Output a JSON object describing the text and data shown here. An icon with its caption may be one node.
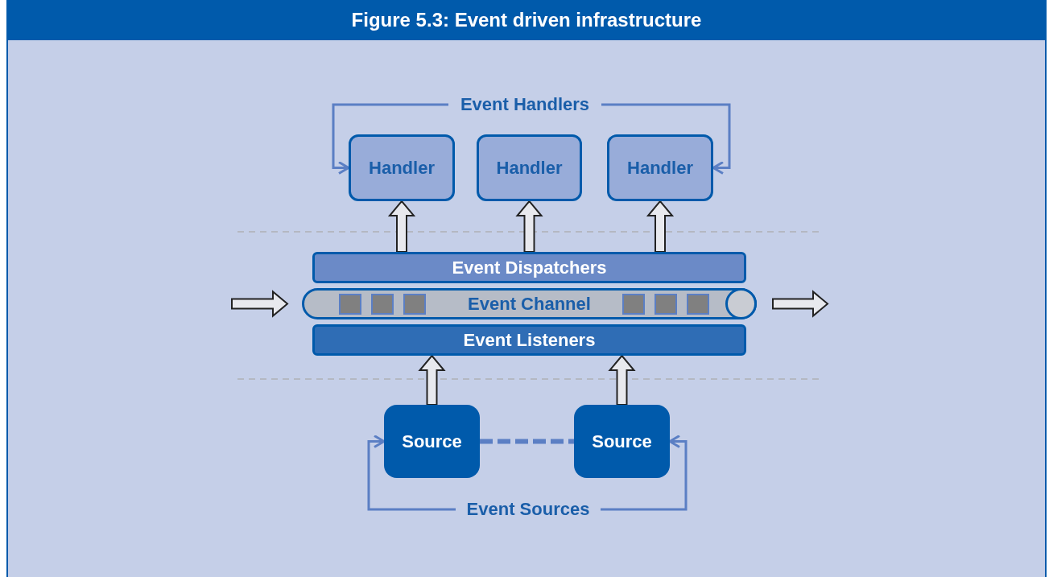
{
  "diagram": {
    "title": "Figure 5.3:  Event driven infrastructure",
    "nodes": [
      {
        "text": [
          "Event Handlers"
        ]
      },
      {
        "text": [
          "Handler"
        ]
      },
      {
        "text": [
          "Handler"
        ]
      },
      {
        "text": [
          "Handler"
        ]
      },
      {
        "text": [
          "Event Dispatchers"
        ]
      },
      {
        "text": [
          "Event Channel"
        ]
      },
      {
        "text": [
          "Event Listeners"
        ]
      },
      {
        "text": [
          "Source"
        ]
      },
      {
        "text": [
          "Source"
        ]
      },
      {
        "text": [
          "Event Sources"
        ]
      }
    ],
    "edges": [
      {
        "from": 0,
        "to": 1,
        "arrow": "to"
      },
      {
        "from": 0,
        "to": 3,
        "arrow": "to"
      },
      {
        "from": 4,
        "to": 1,
        "arrow": "to",
        "style": "thick"
      },
      {
        "from": 4,
        "to": 2,
        "arrow": "to",
        "style": "thick"
      },
      {
        "from": 4,
        "to": 3,
        "arrow": "to",
        "style": "thick"
      },
      {
        "from": null,
        "to": 5,
        "arrow": "to",
        "style": "thick"
      },
      {
        "from": 5,
        "to": null,
        "arrow": "to",
        "style": "thick"
      },
      {
        "from": 7,
        "to": 6,
        "arrow": "to",
        "style": "thick"
      },
      {
        "from": 8,
        "to": 6,
        "arrow": "to",
        "style": "thick"
      },
      {
        "from": 7,
        "to": 8,
        "arrow": "none",
        "style": "dashed"
      },
      {
        "from": 9,
        "to": 7,
        "arrow": "to"
      },
      {
        "from": 9,
        "to": 8,
        "arrow": "to"
      }
    ]
  }
}
